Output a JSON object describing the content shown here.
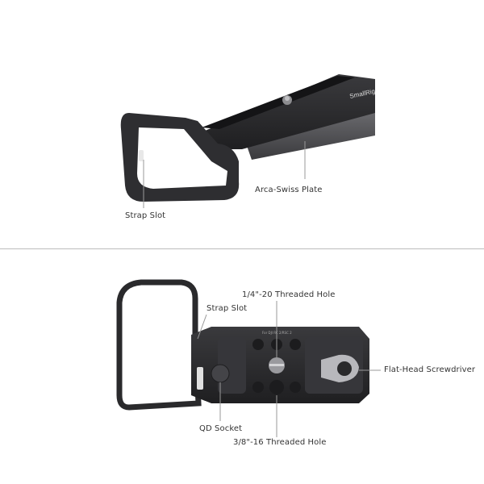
{
  "top_view": {
    "logo_text": "SmallRig",
    "callouts": {
      "strap_slot": "Strap Slot",
      "arca_swiss_plate": "Arca-Swiss Plate"
    }
  },
  "bottom_view": {
    "plate_engraving": "For DJI RC 2/RSC 2",
    "callouts": {
      "strap_slot": "Strap Slot",
      "quarter_20_hole": "1/4\"-20 Threaded Hole",
      "flat_head_screwdriver": "Flat-Head Screwdriver",
      "qd_socket": "QD Socket",
      "three_eighths_16_hole": "3/8\"-16 Threaded Hole"
    }
  },
  "colors": {
    "metal_dark": "#2a2a2c",
    "metal_mid": "#4a4a4e",
    "callout_line": "#9a9a9a",
    "screwdriver_silver": "#b8b8bc"
  }
}
